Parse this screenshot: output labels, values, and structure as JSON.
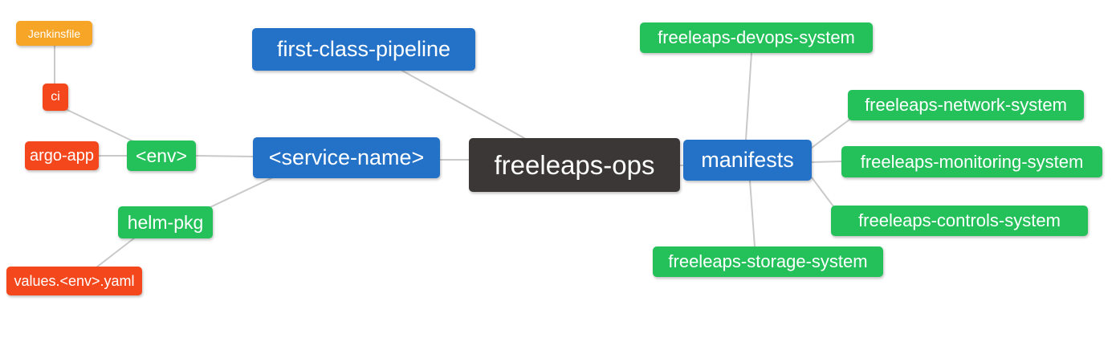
{
  "diagram": {
    "root": {
      "label": "freeleaps-ops"
    },
    "nodes": {
      "root": {
        "label": "freeleaps-ops",
        "color": "dark"
      },
      "first_class_pipeline": {
        "label": "first-class-pipeline",
        "color": "blue"
      },
      "service_name": {
        "label": "<service-name>",
        "color": "blue"
      },
      "manifests": {
        "label": "manifests",
        "color": "blue"
      },
      "env": {
        "label": "<env>",
        "color": "green"
      },
      "helm_pkg": {
        "label": "helm-pkg",
        "color": "green"
      },
      "ci": {
        "label": "ci",
        "color": "red"
      },
      "argo_app": {
        "label": "argo-app",
        "color": "red"
      },
      "values_env_yaml": {
        "label": "values.<env>.yaml",
        "color": "red"
      },
      "jenkinsfile": {
        "label": "Jenkinsfile",
        "color": "orange"
      },
      "devops": {
        "label": "freeleaps-devops-system",
        "color": "green"
      },
      "network": {
        "label": "freeleaps-network-system",
        "color": "green"
      },
      "monitoring": {
        "label": "freeleaps-monitoring-system",
        "color": "green"
      },
      "controls": {
        "label": "freeleaps-controls-system",
        "color": "green"
      },
      "storage": {
        "label": "freeleaps-storage-system",
        "color": "green"
      }
    },
    "edges": [
      {
        "from": "jenkinsfile",
        "to": "ci"
      },
      {
        "from": "ci",
        "to": "env"
      },
      {
        "from": "argo_app",
        "to": "env"
      },
      {
        "from": "env",
        "to": "service_name"
      },
      {
        "from": "helm_pkg",
        "to": "service_name"
      },
      {
        "from": "values_env_yaml",
        "to": "helm_pkg"
      },
      {
        "from": "first_class_pipeline",
        "to": "root"
      },
      {
        "from": "service_name",
        "to": "root"
      },
      {
        "from": "root",
        "to": "manifests"
      },
      {
        "from": "manifests",
        "to": "devops"
      },
      {
        "from": "manifests",
        "to": "network"
      },
      {
        "from": "manifests",
        "to": "monitoring"
      },
      {
        "from": "manifests",
        "to": "controls"
      },
      {
        "from": "manifests",
        "to": "storage"
      }
    ]
  },
  "colors": {
    "blue": "#2472C8",
    "green": "#24C15B",
    "red": "#F4481C",
    "orange": "#F7A527",
    "dark": "#3B3737",
    "connector": "#C9C9C9",
    "text": "#FFFFFF",
    "background": "#FFFFFF"
  }
}
